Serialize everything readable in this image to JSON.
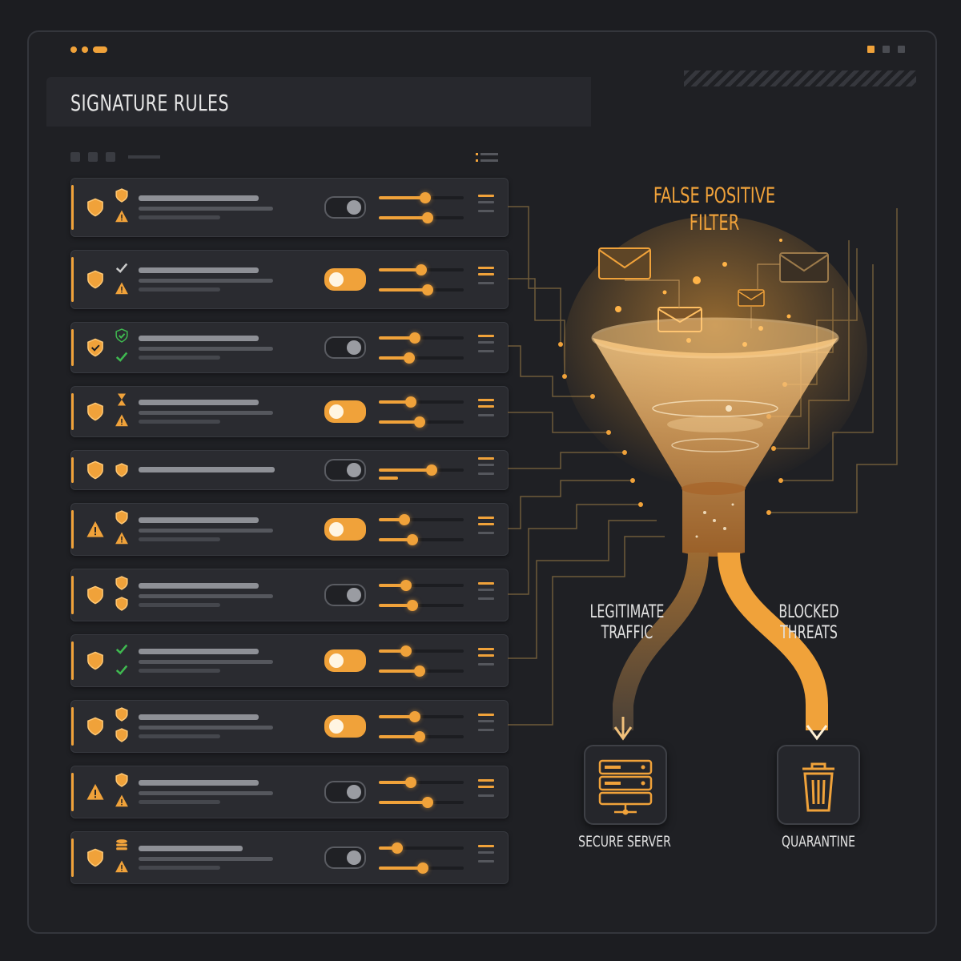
{
  "window": {
    "title": "SIGNATURE RULES"
  },
  "rules": [
    {
      "icon_main": "shield",
      "icon_top": "shield",
      "icon_bottom": "warning",
      "toggle_on": false,
      "s1": 0.55,
      "s2": 0.58,
      "bar_len": 150,
      "single_row": false
    },
    {
      "icon_main": "shield",
      "icon_top": "check",
      "icon_bottom": "warning",
      "toggle_on": true,
      "s1": 0.5,
      "s2": 0.58,
      "bar_len": 150,
      "single_row": false
    },
    {
      "icon_main": "shield-check",
      "icon_top": "shield-check-green",
      "icon_bottom": "check-green",
      "toggle_on": false,
      "s1": 0.42,
      "s2": 0.36,
      "bar_len": 150,
      "single_row": false
    },
    {
      "icon_main": "shield",
      "icon_top": "hourglass",
      "icon_bottom": "warning",
      "toggle_on": true,
      "s1": 0.38,
      "s2": 0.48,
      "bar_len": 150,
      "single_row": false
    },
    {
      "icon_main": "shield",
      "icon_top": "shield",
      "icon_bottom": "",
      "toggle_on": false,
      "s1": 0.62,
      "s2": 0.0,
      "bar_len": 170,
      "single_row": true
    },
    {
      "icon_main": "warning",
      "icon_top": "shield",
      "icon_bottom": "warning",
      "toggle_on": true,
      "s1": 0.3,
      "s2": 0.4,
      "bar_len": 150,
      "single_row": false
    },
    {
      "icon_main": "shield",
      "icon_top": "shield",
      "icon_bottom": "shield",
      "toggle_on": false,
      "s1": 0.32,
      "s2": 0.4,
      "bar_len": 150,
      "single_row": false
    },
    {
      "icon_main": "shield",
      "icon_top": "check-green",
      "icon_bottom": "check-green",
      "toggle_on": true,
      "s1": 0.32,
      "s2": 0.48,
      "bar_len": 150,
      "single_row": false
    },
    {
      "icon_main": "shield",
      "icon_top": "shield",
      "icon_bottom": "shield",
      "toggle_on": true,
      "s1": 0.42,
      "s2": 0.48,
      "bar_len": 150,
      "single_row": false
    },
    {
      "icon_main": "warning",
      "icon_top": "shield",
      "icon_bottom": "warning",
      "toggle_on": false,
      "s1": 0.38,
      "s2": 0.58,
      "bar_len": 150,
      "single_row": false
    },
    {
      "icon_main": "shield",
      "icon_top": "database",
      "icon_bottom": "warning",
      "toggle_on": false,
      "s1": 0.22,
      "s2": 0.52,
      "bar_len": 130,
      "single_row": false
    }
  ],
  "filter": {
    "title_line1": "FALSE POSITIVE",
    "title_line2": "FILTER",
    "left_line1": "LEGITIMATE",
    "left_line2": "TRAFFIC",
    "right_line1": "BLOCKED",
    "right_line2": "THREATS"
  },
  "destinations": {
    "left": {
      "label": "SECURE SERVER",
      "icon": "server-icon"
    },
    "right": {
      "label": "QUARANTINE",
      "icon": "trash-icon"
    }
  },
  "colors": {
    "accent": "#f0a23a",
    "panel": "#2a2b30",
    "bg": "#1c1d21",
    "ok": "#3fb950"
  }
}
